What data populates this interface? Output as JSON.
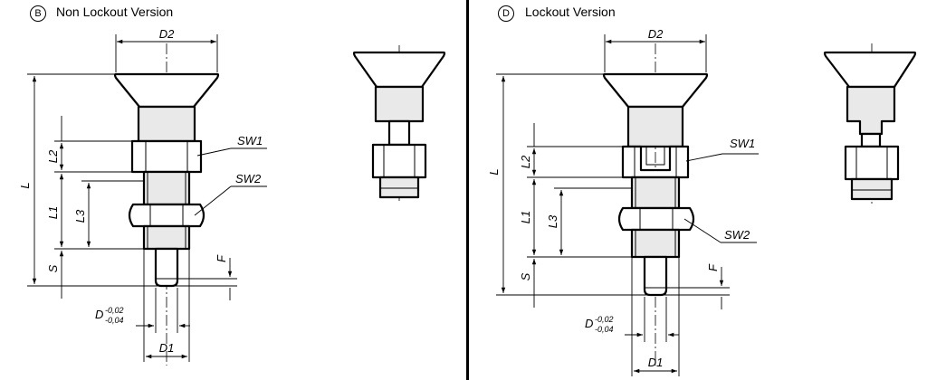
{
  "panels": [
    {
      "badge": "B",
      "title": "Non Lockout Version"
    },
    {
      "badge": "D",
      "title": "Lockout Version"
    }
  ],
  "dims": {
    "d2": "D2",
    "l": "L",
    "l1": "L1",
    "l2": "L2",
    "l3": "L3",
    "s": "S",
    "f": "F",
    "sw1": "SW1",
    "sw2": "SW2",
    "d": "D",
    "d_upper": "-0,02",
    "d_lower": "-0,04",
    "d1": "D1"
  },
  "colors": {
    "line": "#000000",
    "shade": "#e9e9e9",
    "background": "#ffffff"
  }
}
